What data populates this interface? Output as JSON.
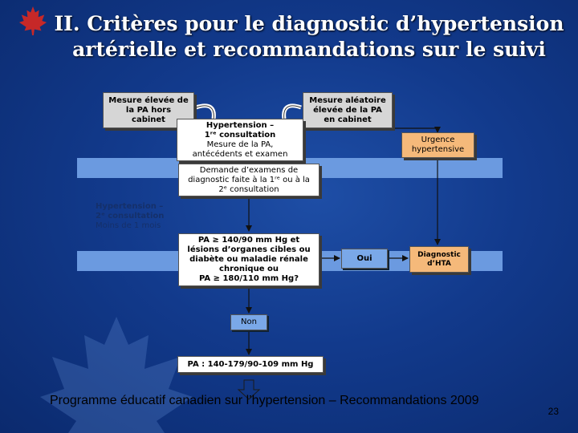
{
  "title": "II. Critères pour le diagnostic d’hypertension artérielle et recommandations sur le suivi",
  "nodes": {
    "mesure_elevee": {
      "lines": [
        "Mesure élevée de",
        "la PA hors",
        "cabinet"
      ]
    },
    "mesure_aleatoire": {
      "lines": [
        "Mesure aléatoire",
        "élevée de la PA",
        "en cabinet"
      ]
    },
    "consultation1": {
      "lines": [
        "Hypertension –",
        "1ʳᵉ consultation",
        "Mesure de la PA,",
        "antécédents et examen"
      ]
    },
    "urgence": {
      "lines": [
        "Urgence",
        "hypertensive"
      ]
    },
    "examens": {
      "lines": [
        "Demande d’examens de",
        "diagnostic faite à la 1ʳᵉ ou à la",
        "2ᵉ consultation"
      ]
    },
    "consultation2": {
      "lines": [
        "Hypertension –",
        "2ᵉ consultation",
        "Moins de 1 mois"
      ]
    },
    "criteres": {
      "lines": [
        "PA ≥ 140/90 mm Hg et",
        "lésions d’organes cibles ou",
        "diabète ou maladie rénale",
        "chronique ou",
        "PA ≥ 180/110 mm Hg?"
      ]
    },
    "oui": {
      "label": "Oui"
    },
    "diagnostic": {
      "lines": [
        "Diagnostic",
        "d’HTA"
      ]
    },
    "non": {
      "label": "Non"
    },
    "pa_range": {
      "label": "PA : 140-179/90-109 mm Hg"
    }
  },
  "footer": {
    "text": "Programme éducatif canadien sur l’hypertension – Recommandations 2009",
    "page": "23"
  },
  "colors": {
    "background": "#123a8c",
    "band": "#6b9ae0",
    "urgent": "#f5b97a",
    "connector": "#111111"
  }
}
